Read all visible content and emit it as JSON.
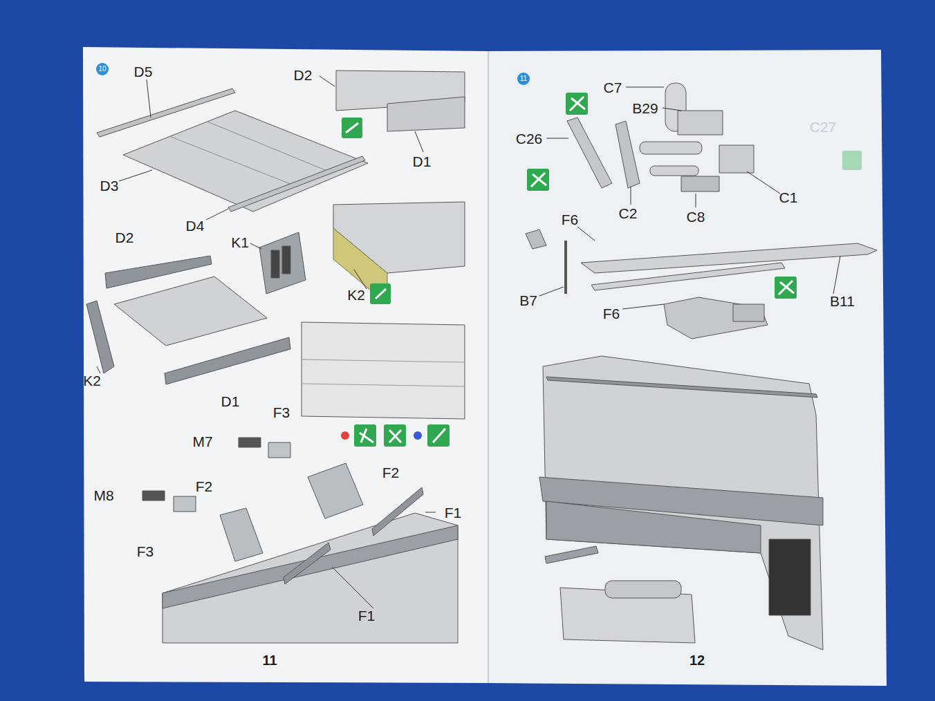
{
  "diagram": {
    "labels": [
      "10",
      "D5",
      "D2",
      "D1",
      "D3",
      "D4",
      "D2",
      "K1",
      "K2",
      "K2",
      "D1",
      "F3",
      "M7",
      "M8",
      "F2",
      "F2",
      "F1",
      "F3",
      "F1",
      "11",
      "11",
      "C7",
      "B29",
      "C26",
      "C27",
      "C1",
      "C2",
      "C8",
      "F6",
      "B7",
      "B11",
      "F6",
      "12"
    ]
  }
}
